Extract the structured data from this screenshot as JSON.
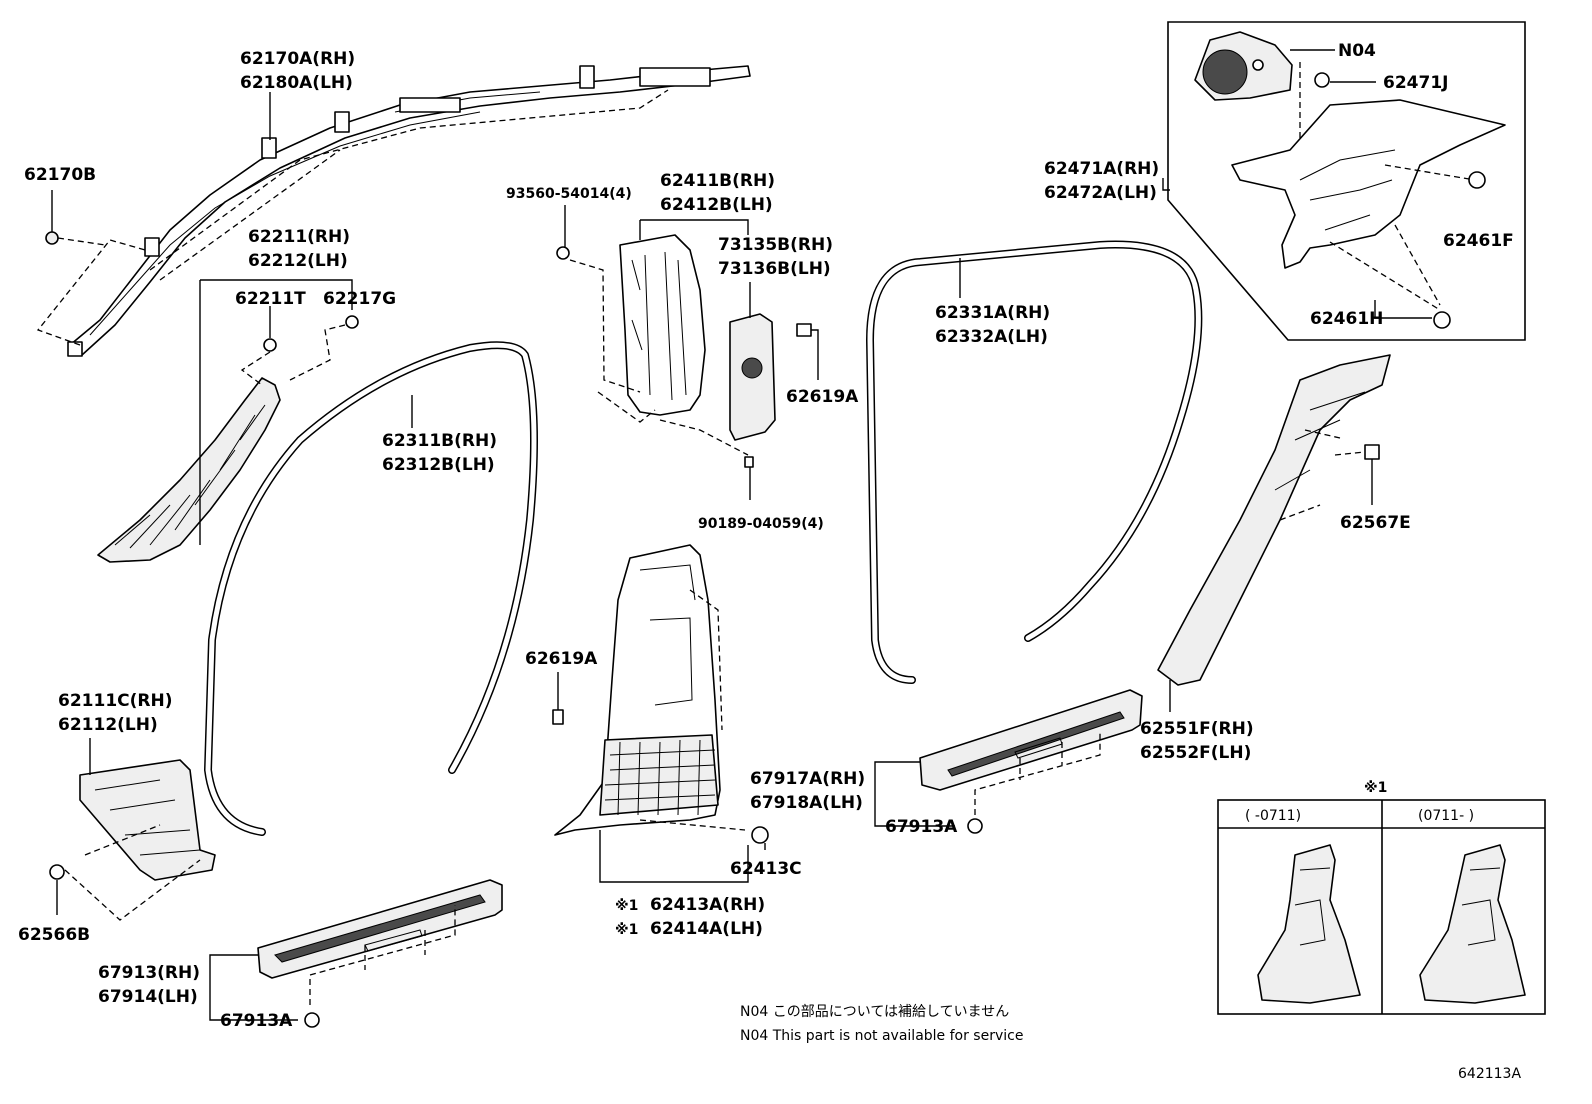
{
  "diagram": {
    "labels": {
      "l62170a": "62170A(RH)",
      "l62180a": "62180A(LH)",
      "l62170b": "62170B",
      "l62211": "62211(RH)",
      "l62212": "62212(LH)",
      "l62211t": "62211T",
      "l62217g": "62217G",
      "l93560": "93560-54014(4)",
      "l62411b": "62411B(RH)",
      "l62412b": "62412B(LH)",
      "l73135b": "73135B(RH)",
      "l73136b": "73136B(LH)",
      "l62619a_top": "62619A",
      "l90189": "90189-04059(4)",
      "l62311b": "62311B(RH)",
      "l62312b": "62312B(LH)",
      "l62331a": "62331A(RH)",
      "l62332a": "62332A(LH)",
      "lN04": "N04",
      "l62471j": "62471J",
      "l62471a": "62471A(RH)",
      "l62472a": "62472A(LH)",
      "l62461f": "62461F",
      "l62461h": "62461H",
      "l62567e": "62567E",
      "l62551f": "62551F(RH)",
      "l62552f": "62552F(LH)",
      "l62111c": "62111C(RH)",
      "l62112": "62112(LH)",
      "l62566b": "62566B",
      "l62619a_mid": "62619A",
      "l62413c": "62413C",
      "l62413a": "62413A(RH)",
      "l62414a": "62414A(LH)",
      "lmark1": "※1",
      "lmark2": "※1",
      "l67917a": "67917A(RH)",
      "l67918a": "67918A(LH)",
      "l67913a_r": "67913A",
      "l67913": "67913(RH)",
      "l67914": "67914(LH)",
      "l67913a_l": "67913A",
      "inset_mark": "※1",
      "inset_left": "(    -0711)",
      "inset_right": "(0711-    )",
      "note_jp": "N04 この部品については補給していません",
      "note_en": "N04 This part is not available for service",
      "ref": "642113A"
    }
  }
}
